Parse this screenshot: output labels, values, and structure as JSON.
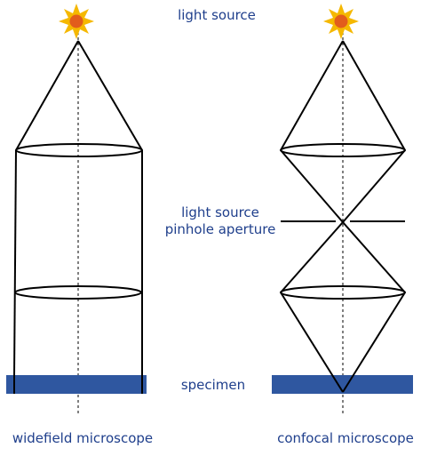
{
  "labels": {
    "light_source": "light source",
    "pinhole_line1": "light source",
    "pinhole_line2": "pinhole aperture",
    "specimen": "specimen",
    "widefield": "widefield microscope",
    "confocal": "confocal microscope"
  },
  "colors": {
    "text": "#1f3f8c",
    "specimen_fill": "#2f57a0",
    "line": "#000000",
    "sun_ray": "#f5b800",
    "sun_core": "#e25d1c"
  },
  "icons": {
    "sun": "sun-icon"
  }
}
